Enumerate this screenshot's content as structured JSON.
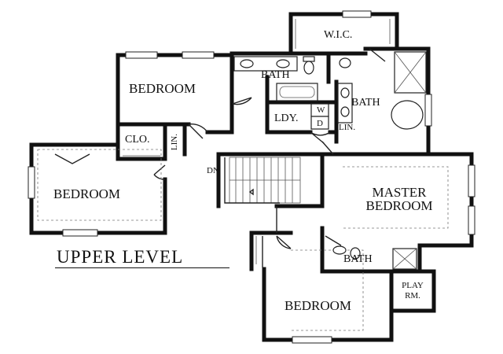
{
  "plan": {
    "title": "UPPER LEVEL",
    "rooms": {
      "wic": "W.I.C.",
      "bedroom_top": "BEDROOM",
      "bath_top": "BATH",
      "bath_master": "BATH",
      "laundry": "LDY.",
      "washer": "W",
      "dryer": "D",
      "linen_master": "LIN.",
      "closet": "CLO.",
      "linen_hall": "LIN.",
      "bedroom_left": "BEDROOM",
      "stair_dn": "DN",
      "master_line1": "MASTER",
      "master_line2": "BEDROOM",
      "bath_lower": "BATH",
      "play_line1": "PLAY",
      "play_line2": "RM.",
      "bedroom_bottom": "BEDROOM"
    }
  }
}
